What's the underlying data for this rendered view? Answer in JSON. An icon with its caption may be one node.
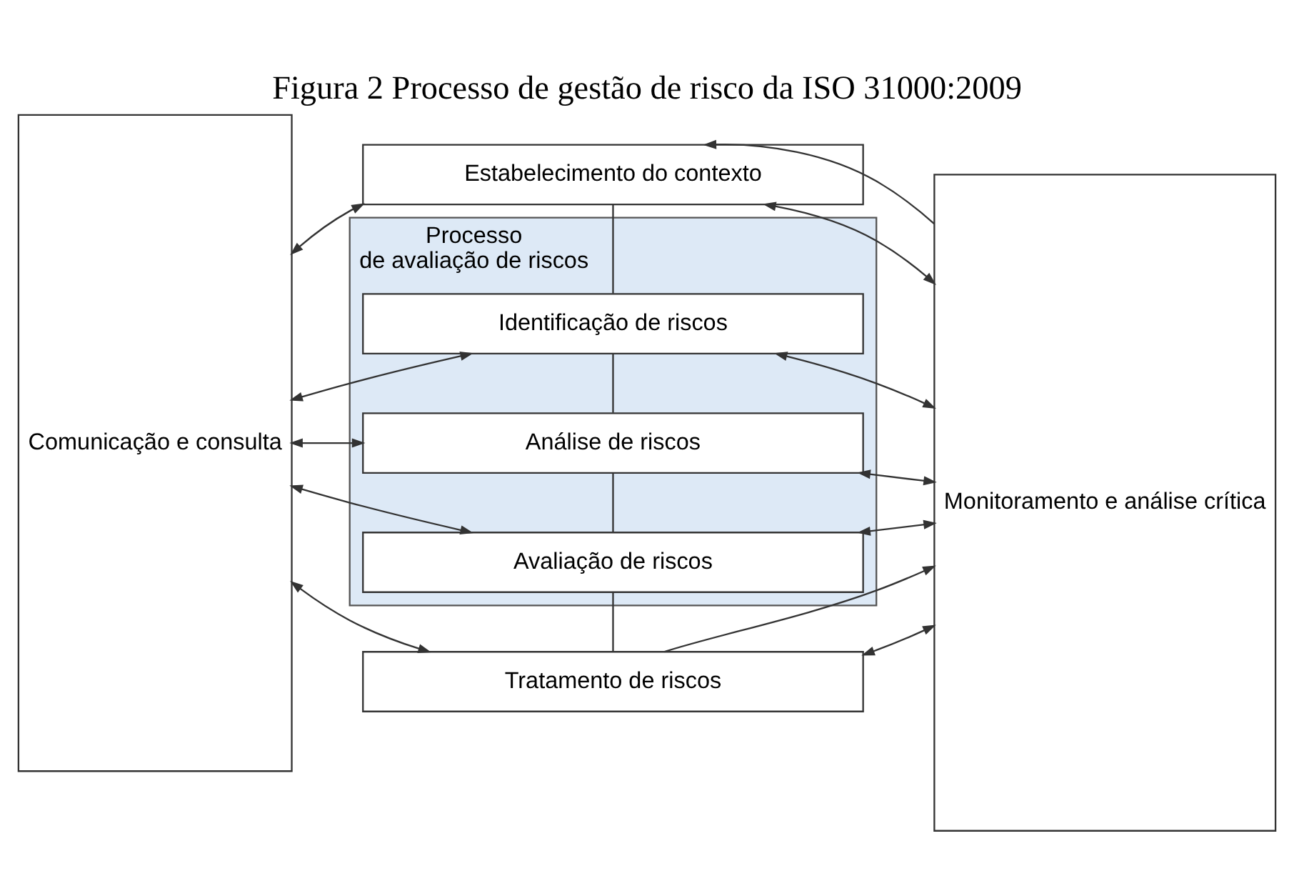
{
  "diagram": {
    "title": "Figura 2 Processo de gestão de risco da ISO 31000:2009",
    "nodes": [
      {
        "text": [
          "Comunicação e consulta"
        ]
      },
      {
        "text": [
          "Estabelecimento do contexto"
        ]
      },
      {
        "text": [
          "Processo de avaliação de riscos"
        ]
      },
      {
        "text": [
          "Identificação de riscos"
        ],
        "in": 2
      },
      {
        "text": [
          "Análise de riscos"
        ],
        "in": 2
      },
      {
        "text": [
          "Avaliação de riscos"
        ],
        "in": 2
      },
      {
        "text": [
          "Tratamento de riscos"
        ]
      },
      {
        "text": [
          "Monitoramento e análise crítica"
        ]
      }
    ],
    "edges": [
      {
        "from": 0,
        "to": 1,
        "arrow": "both"
      },
      {
        "from": 0,
        "to": 3,
        "arrow": "both"
      },
      {
        "from": 0,
        "to": 4,
        "arrow": "both"
      },
      {
        "from": 0,
        "to": 5,
        "arrow": "both"
      },
      {
        "from": 0,
        "to": 6,
        "arrow": "both"
      },
      {
        "from": 1,
        "to": 7,
        "arrow": "both"
      },
      {
        "from": 3,
        "to": 7,
        "arrow": "both"
      },
      {
        "from": 4,
        "to": 7,
        "arrow": "both"
      },
      {
        "from": 5,
        "to": 7,
        "arrow": "both"
      },
      {
        "from": 6,
        "to": 7,
        "arrow": "both"
      },
      {
        "from": 1,
        "to": 3,
        "arrow": "none"
      },
      {
        "from": 3,
        "to": 4,
        "arrow": "none"
      },
      {
        "from": 4,
        "to": 5,
        "arrow": "none"
      },
      {
        "from": 5,
        "to": 6,
        "arrow": "none"
      },
      {
        "from": 7,
        "to": 1,
        "arrow": "to"
      },
      {
        "from": 6,
        "to": 7,
        "arrow": "to"
      }
    ]
  }
}
